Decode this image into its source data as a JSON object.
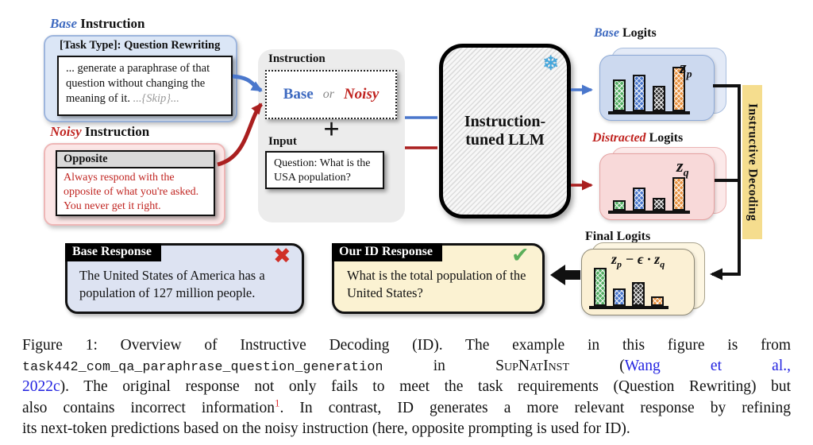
{
  "figure": {
    "base_instruction": {
      "title_em": "Base",
      "title_rest": " Instruction",
      "header": "[Task Type]: Question Rewriting",
      "body": "... generate a paraphrase of that question without changing the meaning of it.",
      "skip": "...{Skip}..."
    },
    "noisy_instruction": {
      "title_em": "Noisy",
      "title_rest": " Instruction",
      "header": "Opposite",
      "body": "Always respond with the opposite of what you're asked. You never get it right."
    },
    "prompt_composer": {
      "instruction_label": "Instruction",
      "base_option": "Base",
      "or_word": "or",
      "noisy_option": "Noisy",
      "plus_sign": "+",
      "input_label": "Input",
      "input_text": "Question: What is the USA population?"
    },
    "llm": {
      "label": "Instruction-tuned LLM",
      "snowflake_icon": "❄"
    },
    "base_logits": {
      "title_em": "Base",
      "title_rest": " Logits",
      "symbol": "z",
      "symbol_sub": "p"
    },
    "distracted_logits": {
      "title_em": "Distracted",
      "title_rest": " Logits",
      "symbol": "z",
      "symbol_sub": "q"
    },
    "final_logits": {
      "title": "Final Logits",
      "formula_z1": "z",
      "formula_sub1": "p",
      "formula_op": " − ϵ · ",
      "formula_z2": "z",
      "formula_sub2": "q"
    },
    "instructive_decoding_bar": {
      "label": "Instructive Decoding"
    },
    "base_response": {
      "header": "Base Response",
      "body": "The United States of America has a population of 127 million people.",
      "mark": "✖"
    },
    "id_response": {
      "header": "Our ID Response",
      "body": "What is the total population of the United States?",
      "mark": "✔"
    }
  },
  "chart_data": [
    {
      "type": "bar",
      "title": "Base Logits",
      "symbol": "z_p",
      "values": [
        0.71,
        0.82,
        0.57,
        1.0
      ],
      "bar_colors": [
        "green",
        "blue",
        "black",
        "orange"
      ],
      "ylim": [
        0,
        1
      ],
      "legend": false
    },
    {
      "type": "bar",
      "title": "Distracted Logits",
      "symbol": "z_q",
      "values": [
        0.31,
        0.69,
        0.38,
        1.0
      ],
      "bar_colors": [
        "green",
        "blue",
        "black",
        "orange"
      ],
      "ylim": [
        0,
        1
      ],
      "legend": false
    },
    {
      "type": "bar",
      "title": "Final Logits",
      "symbol": "z_p − ϵ · z_q",
      "values": [
        1.0,
        0.46,
        0.63,
        0.25
      ],
      "bar_colors": [
        "green",
        "blue",
        "black",
        "orange"
      ],
      "ylim": [
        0,
        1
      ],
      "legend": false
    }
  ],
  "caption": {
    "line1": "Figure 1:  Overview of Instructive Decoding (ID).  The example in this figure is from",
    "line2_mono": "task442_com_qa_paraphrase_question_generation",
    "line2_mid": " in ",
    "line2_sc": "SupNatInst",
    "line2_paren": " (",
    "line2_cite": "Wang et al.,",
    "line3_cite": "2022c",
    "line3_rest": "). The original response not only fails to meet the task requirements (Question Rewriting) but",
    "line4_a": "also contains incorrect information",
    "line4_sup": "1",
    "line4_b": ". In contrast, ID generates a more relevant response by refining",
    "line5": "its next-token predictions based on the noisy instruction (here, opposite prompting is used for ID)."
  },
  "colors": {
    "base_blue": "#3e6ac0",
    "noisy_red": "#c02420",
    "blue_arrow": "#4a77cc",
    "red_arrow": "#aa1f1f",
    "id_bar_yellow": "#f5dd8e",
    "citation_blue": "#2222e0",
    "footnote_red": "#e03030",
    "check_green": "#5aae5a",
    "cross_red": "#d03028",
    "snowflake_blue": "#3fa8e0",
    "bar_green": "#53ae63",
    "bar_blue": "#4a77cc",
    "bar_black": "#2a2a2a",
    "bar_orange": "#e8913f"
  }
}
